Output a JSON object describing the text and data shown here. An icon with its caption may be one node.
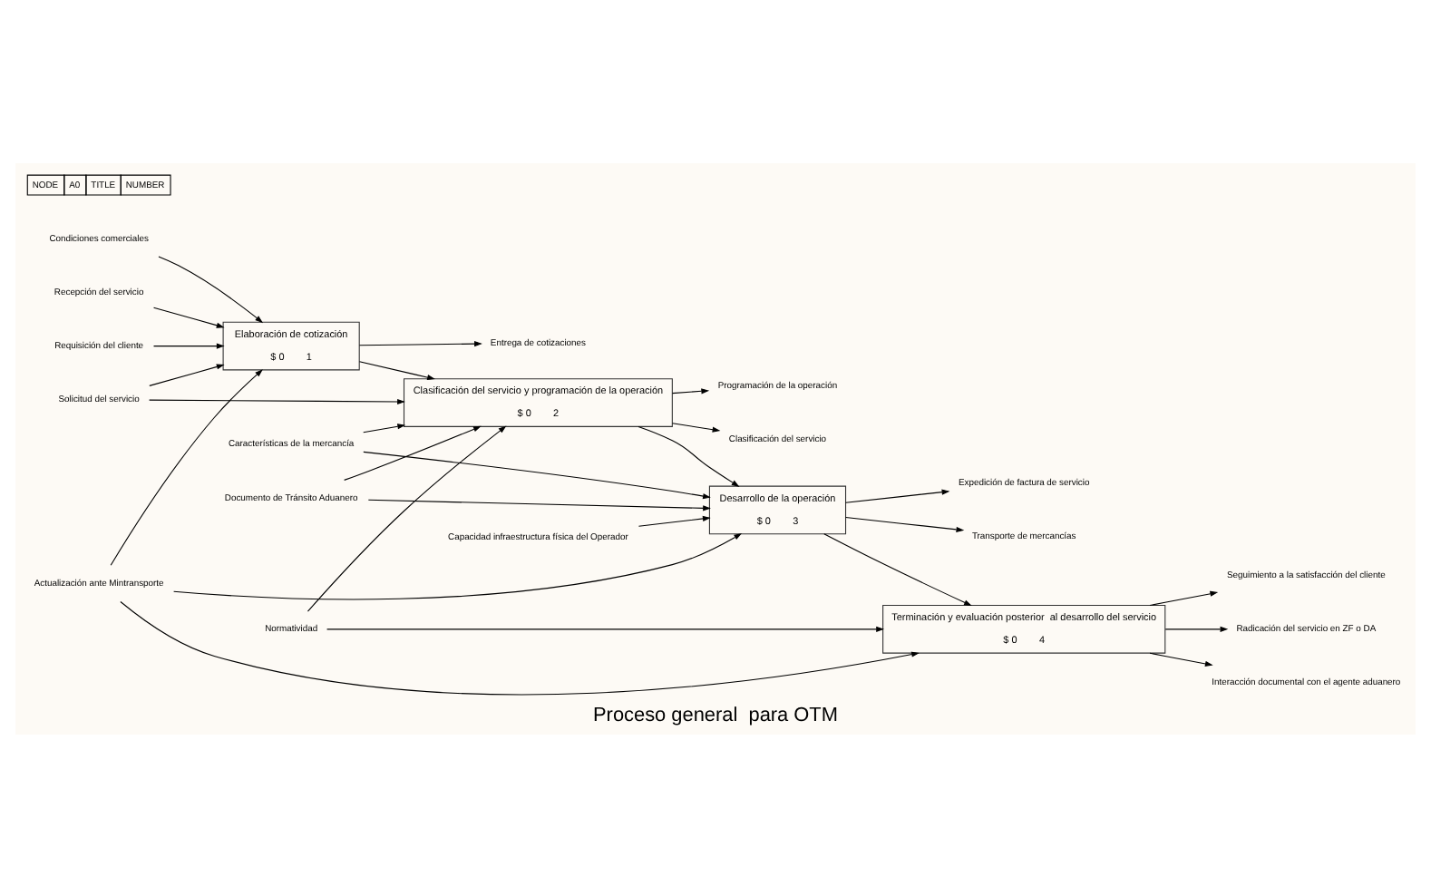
{
  "diagram": {
    "title": "Proceso general  para OTM",
    "nodes": [
      {
        "text": [
          "Elaboración de cotización",
          "$ 0",
          "1"
        ]
      },
      {
        "text": [
          "Clasificación del servicio y programación de la operación",
          "$ 0",
          "2"
        ]
      },
      {
        "text": [
          "Desarrollo de la operación",
          "$ 0",
          "3"
        ]
      },
      {
        "text": [
          "Terminación y evaluación posterior  al desarrollo del servicio",
          "$ 0",
          "4"
        ]
      },
      {
        "text": [
          "Requisición del cliente"
        ]
      },
      {
        "text": [
          "Condiciones comerciales"
        ]
      },
      {
        "text": [
          "Solicitud del servicio"
        ]
      },
      {
        "text": [
          "Recepción del servicio"
        ]
      },
      {
        "text": [
          "Normatividad"
        ]
      },
      {
        "text": [
          "Capacidad infraestructura física del Operador"
        ]
      },
      {
        "text": [
          "Características de la mercancía"
        ]
      },
      {
        "text": [
          "Entrega de cotizaciones"
        ]
      },
      {
        "text": [
          "Seguimiento a la satisfacción del cliente"
        ]
      },
      {
        "text": [
          "Clasificación del servicio"
        ]
      },
      {
        "text": [
          "Transporte de mercancías"
        ]
      },
      {
        "text": [
          "Expedición de factura de servicio"
        ]
      },
      {
        "text": [
          "Programación de la operación"
        ]
      },
      {
        "text": [
          "Radicación del servicio en ZF o DA"
        ]
      },
      {
        "text": [
          "Interacción documental con el agente aduanero"
        ]
      },
      {
        "text": [
          "Documento de Tránsito Aduanero"
        ]
      },
      {
        "text": [
          "Actualización ante Mintransporte"
        ]
      }
    ],
    "edges": [
      {
        "from": 4,
        "to": 0,
        "arrow": "to"
      },
      {
        "from": 5,
        "to": 0,
        "arrow": "to"
      },
      {
        "from": 6,
        "to": 0,
        "arrow": "to"
      },
      {
        "from": 7,
        "to": 0,
        "arrow": "to"
      },
      {
        "from": 6,
        "to": 1,
        "arrow": "to"
      },
      {
        "from": 8,
        "to": 1,
        "arrow": "to"
      },
      {
        "from": 8,
        "to": 3,
        "arrow": "to"
      },
      {
        "from": 9,
        "to": 2,
        "arrow": "to"
      },
      {
        "from": 10,
        "to": 1,
        "arrow": "to"
      },
      {
        "from": 10,
        "to": 2,
        "arrow": "to"
      },
      {
        "from": 0,
        "to": 1,
        "arrow": "to"
      },
      {
        "from": 0,
        "to": 11,
        "arrow": "to"
      },
      {
        "from": 1,
        "to": 2,
        "arrow": "to"
      },
      {
        "from": 1,
        "to": 13,
        "arrow": "to"
      },
      {
        "from": 1,
        "to": 16,
        "arrow": "to"
      },
      {
        "from": 2,
        "to": 3,
        "arrow": "to"
      },
      {
        "from": 2,
        "to": 14,
        "arrow": "to"
      },
      {
        "from": 2,
        "to": 15,
        "arrow": "to"
      },
      {
        "from": 3,
        "to": 12,
        "arrow": "to"
      },
      {
        "from": 3,
        "to": 17,
        "arrow": "to"
      },
      {
        "from": 3,
        "to": 18,
        "arrow": "to"
      },
      {
        "from": 19,
        "to": 1,
        "arrow": "to"
      },
      {
        "from": 19,
        "to": 2,
        "arrow": "to"
      },
      {
        "from": 20,
        "to": 0,
        "arrow": "to"
      },
      {
        "from": 20,
        "to": 2,
        "arrow": "to"
      },
      {
        "from": 20,
        "to": 3,
        "arrow": "to"
      }
    ],
    "labels": [
      "NODE",
      "A0",
      "TITLE",
      "NUMBER"
    ]
  }
}
